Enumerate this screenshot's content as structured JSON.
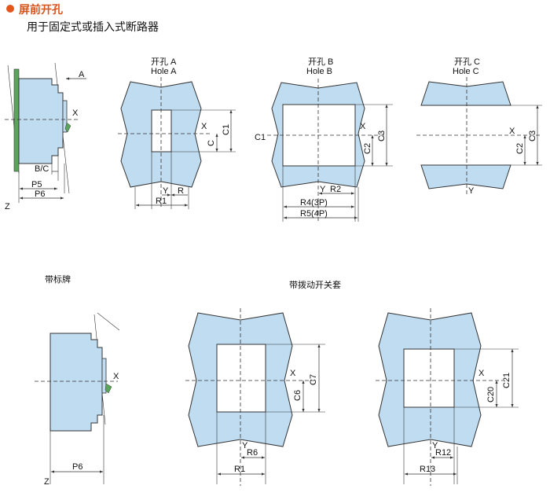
{
  "header": {
    "section_title": "屏前开孔",
    "subtitle": "用于固定式或插入式断路器"
  },
  "side_view_top": {
    "labels": {
      "a": "A",
      "x": "X",
      "bc": "B/C",
      "p5": "P5",
      "p6": "P6",
      "z": "Z"
    }
  },
  "hole_a": {
    "title_cn": "开孔 A",
    "title_en": "Hole A",
    "labels": {
      "x": "X",
      "c": "C",
      "c1": "C1",
      "y": "Y",
      "r": "R",
      "r1": "R1"
    }
  },
  "hole_b": {
    "title_cn": "开孔 B",
    "title_en": "Hole B",
    "labels": {
      "c1": "C1",
      "x": "X",
      "c2": "C2",
      "c3": "C3",
      "y": "Y",
      "r2": "R2",
      "r4": "R4(3P)",
      "r5": "R5(4P)"
    }
  },
  "hole_c": {
    "title_cn": "开孔 C",
    "title_en": "Hole C",
    "labels": {
      "x": "X",
      "c2": "C2",
      "c3": "C3",
      "y": "Y"
    }
  },
  "side_view_bottom": {
    "title": "带标牌",
    "labels": {
      "x": "X",
      "p6": "P6",
      "z": "Z"
    }
  },
  "hole_switch": {
    "title": "带拨动开关套",
    "labels": {
      "x": "X",
      "c6": "C6",
      "c7": "C7",
      "y": "Y",
      "r6": "R6",
      "r1": "R1"
    }
  },
  "hole_d": {
    "labels": {
      "x": "X",
      "c20": "C20",
      "c21": "C21",
      "y": "Y",
      "r12": "R12",
      "r13": "R13"
    }
  },
  "colors": {
    "fill": "#bfdcf0",
    "panel_green": "#5aa55a",
    "accent": "#e2571e"
  }
}
